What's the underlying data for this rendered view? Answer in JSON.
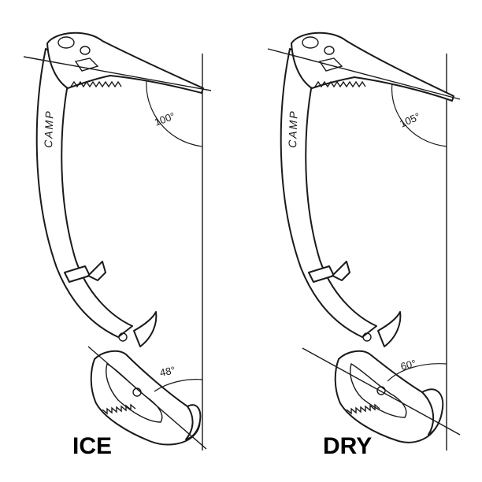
{
  "brand": "CAMP",
  "panels": [
    {
      "mode": "ICE",
      "head_angle": "100°",
      "grip_angle": "48°"
    },
    {
      "mode": "DRY",
      "head_angle": "105°",
      "grip_angle": "60°"
    }
  ],
  "colors": {
    "line": "#1a1a1a",
    "label": "#000000",
    "background": "#ffffff"
  }
}
